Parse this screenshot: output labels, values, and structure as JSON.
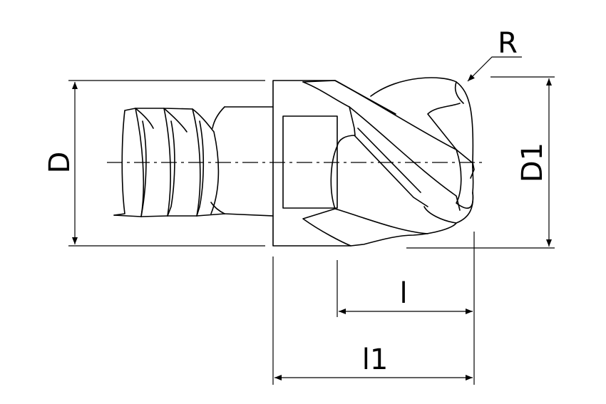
{
  "drawing": {
    "labels": {
      "D": "D",
      "D1": "D1",
      "R": "R",
      "l": "l",
      "l1": "l1"
    },
    "line_color": "#000000",
    "background_color": "#ffffff"
  }
}
